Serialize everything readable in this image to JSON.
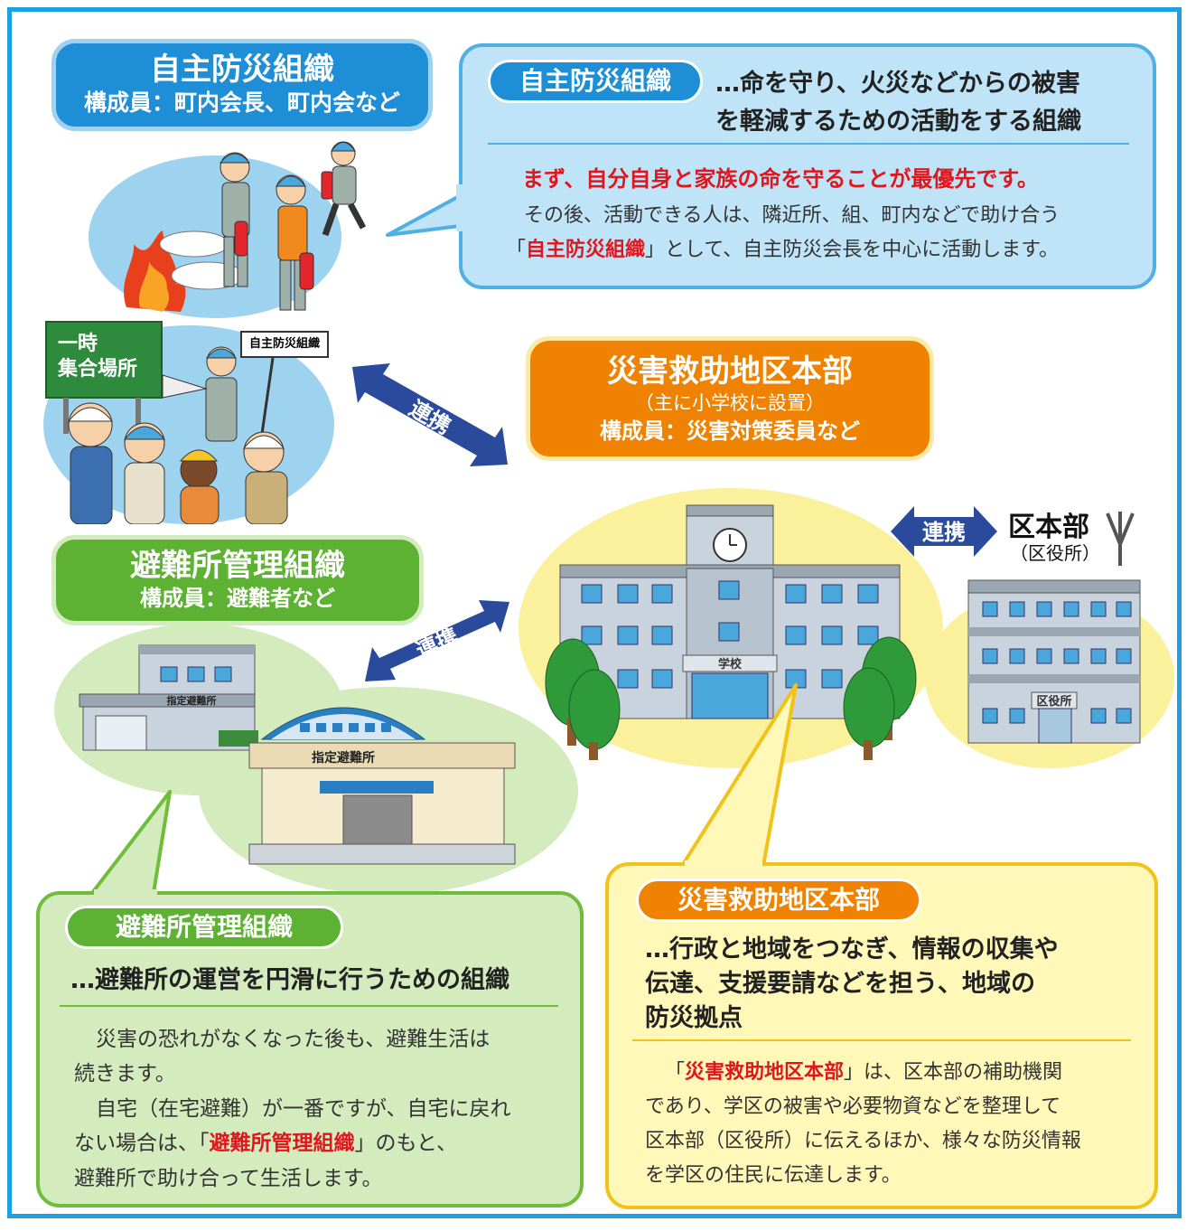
{
  "self_org": {
    "label_title": "自主防災組織",
    "label_members": "構成員：町内会長、町内会など",
    "bubble_pill": "自主防災組織",
    "bubble_head_1": "…命を守り、火災などからの被害",
    "bubble_head_2": "を軽減するための活動をする組織",
    "priority": "まず、自分自身と家族の命を守ることが最優先です。",
    "body_1": "その後、活動できる人は、隣近所、組、町内などで助け合う",
    "body_2_pre": "「",
    "body_2_em": "自主防災組織",
    "body_2_post": "」として、自主防災会長を中心に活動します。"
  },
  "assembly_sign": {
    "line_1": "一時",
    "line_2": "集合場所"
  },
  "armband_sign": "自主防災組織",
  "hq": {
    "label_title": "災害救助地区本部",
    "label_sub": "（主に小学校に設置）",
    "label_members": "構成員：災害対策委員など",
    "bubble_pill": "災害救助地区本部",
    "bubble_head_1": "…行政と地域をつなぎ、情報の収集や",
    "bubble_head_2": "伝達、支援要請などを担う、地域の",
    "bubble_head_3": "防災拠点",
    "body_1_pre": "「",
    "body_1_em": "災害救助地区本部",
    "body_1_post": "」は、区本部の補助機関",
    "body_2": "であり、学区の被害や必要物資などを整理して",
    "body_3": "区本部（区役所）に伝えるほか、様々な防災情報",
    "body_4": "を学区の住民に伝達します。"
  },
  "shelter_org": {
    "label_title": "避難所管理組織",
    "label_members": "構成員：避難者など",
    "bubble_pill": "避難所管理組織",
    "bubble_head": "…避難所の運営を円滑に行うための組織",
    "body_1": "災害の恐れがなくなった後も、避難生活は",
    "body_2": "続きます。",
    "body_3": "自宅（在宅避難）が一番ですが、自宅に戻れ",
    "body_4_pre": "ない場合は、「",
    "body_4_em": "避難所管理組織",
    "body_4_post": "」のもと、",
    "body_5": "避難所で助け合って生活します。"
  },
  "links": {
    "link_1": "連携",
    "link_2": "連携",
    "link_3": "連携"
  },
  "ward": {
    "title": "区本部",
    "sub": "（区役所）",
    "building_sign": "区役所"
  },
  "school_sign": "学校",
  "shelter_sign_small": "指定避難所",
  "shelter_sign_large": "指定避難所",
  "colors": {
    "frame": "#1d9fe0",
    "self_org_blue": "#1e8fd6",
    "hq_orange": "#ef8200",
    "shelter_green": "#5db233",
    "arrow_navy": "#2a4a9c",
    "emphasis_red": "#e0161e"
  }
}
